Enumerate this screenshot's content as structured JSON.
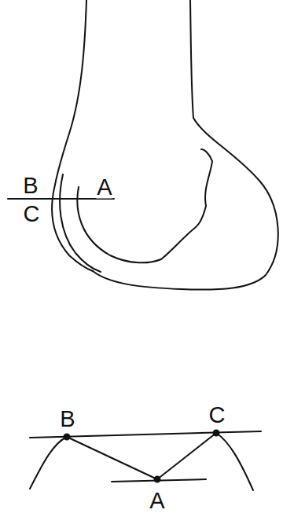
{
  "diagram": {
    "labels": [
      "B",
      "A",
      "C",
      "B",
      "C",
      "A"
    ]
  }
}
